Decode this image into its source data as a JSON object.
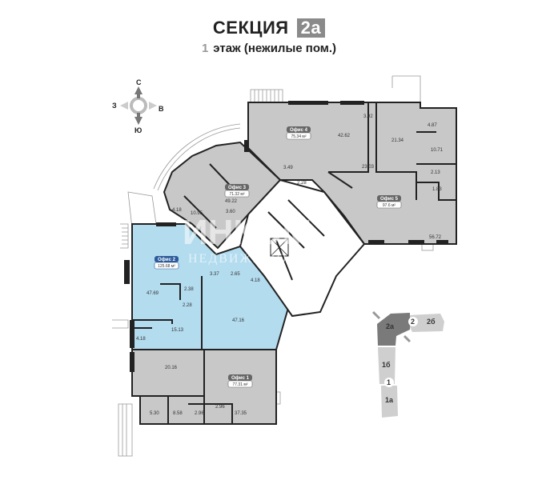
{
  "header": {
    "title": "СЕКЦИЯ",
    "section_badge": "2а",
    "floor_number": "1",
    "floor_text": "этаж (нежилые пом.)"
  },
  "compass": {
    "north": "С",
    "south": "Ю",
    "west": "З",
    "east": "В"
  },
  "watermark": {
    "line1": "ИНКОМ",
    "line2": "НЕДВИЖИМОСТЬ"
  },
  "offices": [
    {
      "name": "Офис 1",
      "area": "77.31 м²",
      "color": "#c8c8c8"
    },
    {
      "name": "Офис 2",
      "area": "125.68 м²",
      "color": "#b3dcef"
    },
    {
      "name": "Офис 3",
      "area": "71.32 м²",
      "color": "#c8c8c8"
    },
    {
      "name": "Офис 4",
      "area": "75.34 м²",
      "color": "#c8c8c8"
    },
    {
      "name": "Офис 5",
      "area": "97.6 м²",
      "color": "#c8c8c8"
    }
  ],
  "rooms": [
    "42.62",
    "3.92",
    "21.34",
    "4.87",
    "10.71",
    "23.03",
    "2.13",
    "1.83",
    "56.72",
    "3.49",
    "2.28",
    "49.22",
    "4.18",
    "10.95",
    "3.60",
    "3.37",
    "2.65",
    "4.18",
    "47.69",
    "2.38",
    "2.28",
    "15.13",
    "47.16",
    "4.18",
    "20.16",
    "5.30",
    "8.58",
    "2.96",
    "2.96",
    "37.35"
  ],
  "keyplan": {
    "labels": [
      "2а",
      "2",
      "2б",
      "1б",
      "1",
      "1а"
    ],
    "active_color": "#7a7a7a",
    "inactive_color": "#cfcfcf"
  }
}
